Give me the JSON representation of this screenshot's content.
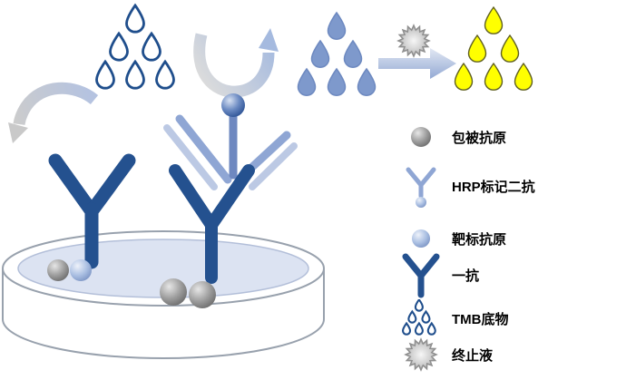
{
  "diagram": {
    "legend": {
      "items": [
        {
          "icon": "coated-antigen-sphere-icon",
          "label": "包被抗原"
        },
        {
          "icon": "hrp-secondary-antibody-icon",
          "label": "HRP标记二抗"
        },
        {
          "icon": "target-antigen-sphere-icon",
          "label": "靶标抗原"
        },
        {
          "icon": "primary-antibody-icon",
          "label": "一抗"
        },
        {
          "icon": "tmb-substrate-droplets-icon",
          "label": "TMB底物"
        },
        {
          "icon": "stop-solution-burst-icon",
          "label": "终止液"
        }
      ]
    },
    "scene": {
      "elements": [
        "tmb-substrate-drops-dark-cluster",
        "reaction-rotate-arrow",
        "substrate-drops-blue-cluster",
        "stop-solution-burst",
        "result-arrow-right",
        "product-drops-yellow-cluster",
        "wash-arrow-left",
        "microplate-well",
        "primary-antibody",
        "coated-antigen-spheres",
        "target-antigen-sphere",
        "hrp-secondary-antibody-complex"
      ]
    },
    "colors": {
      "dark_blue": "#24518f",
      "light_blue": "#8fa6d4",
      "pale_blue": "#bcc9e4",
      "drop_blue": "#7e99cc",
      "yellow": "#ffff00",
      "sphere_gray": "#9c9c9c",
      "plate_liquid": "#dce3f2"
    }
  }
}
